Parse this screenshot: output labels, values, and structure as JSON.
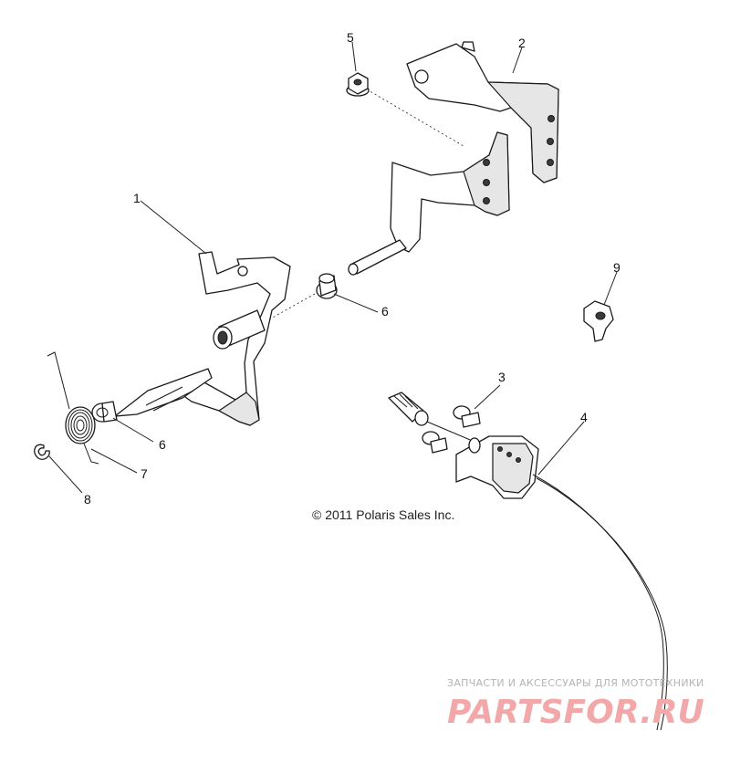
{
  "callouts": [
    "1",
    "2",
    "3",
    "4",
    "5",
    "6",
    "6",
    "7",
    "8",
    "9"
  ],
  "copyright": "© 2011 Polaris Sales Inc.",
  "watermark": {
    "tagline": "ЗАПЧАСТИ И АКСЕССУАРЫ ДЛЯ МОТОТЕХНИКИ",
    "logo": "PARTSFOR.RU"
  }
}
